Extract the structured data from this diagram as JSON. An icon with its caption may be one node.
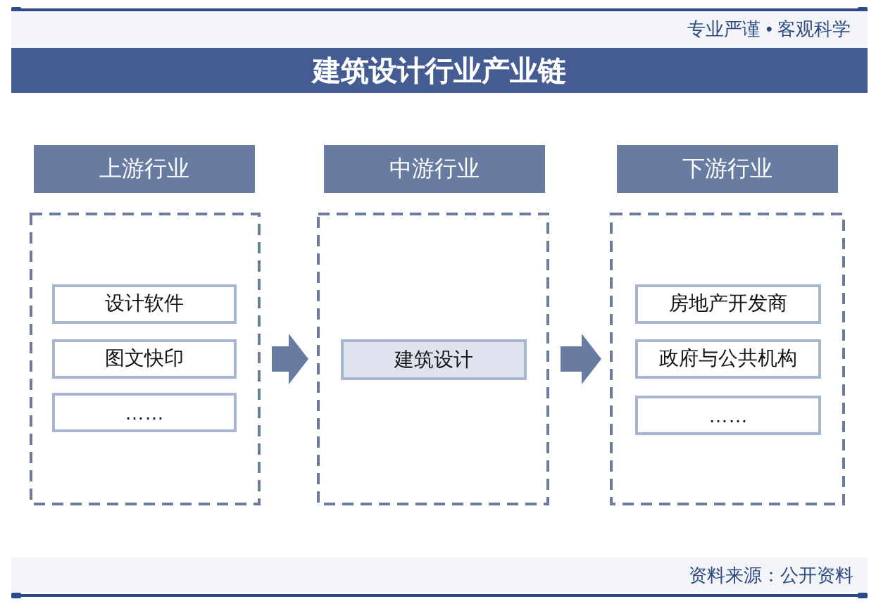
{
  "diagram": {
    "title": "建筑设计行业产业链",
    "nodes": [
      {
        "text": [
          "上游行业"
        ]
      },
      {
        "text": [],
        "shape": "box"
      },
      {
        "text": [
          "设计软件"
        ],
        "in": 1
      },
      {
        "text": [
          "图文快印"
        ],
        "in": 1
      },
      {
        "text": [
          "……"
        ],
        "in": 1
      },
      {
        "text": [
          "中游行业"
        ]
      },
      {
        "text": [],
        "shape": "box"
      },
      {
        "text": [
          "建筑设计"
        ],
        "in": 6
      },
      {
        "text": [
          "下游行业"
        ]
      },
      {
        "text": [],
        "shape": "box"
      },
      {
        "text": [
          "房地产开发商"
        ],
        "in": 9
      },
      {
        "text": [
          "政府与公共机构"
        ],
        "in": 9
      },
      {
        "text": [
          "……"
        ],
        "in": 9
      }
    ],
    "edges": [
      {
        "from": 1,
        "to": 6,
        "arrow": "to"
      },
      {
        "from": 6,
        "to": 9,
        "arrow": "to"
      }
    ],
    "labels": [
      "专业严谨 • 客观科学",
      "资料来源：公开资料"
    ]
  }
}
